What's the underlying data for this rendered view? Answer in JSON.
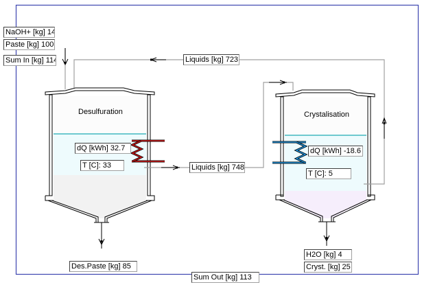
{
  "colors": {
    "frame": "#3c45b0",
    "pipe": "#a0a0a0",
    "arrow": "#000000",
    "hot_coil": "#d01818",
    "cold_coil": "#1e90d8",
    "liquid_fill": "#eefbfd",
    "liquid_surface": "#40b8c0",
    "paste_fill": "#f2f2f2",
    "crystal_fill": "#f6eefc"
  },
  "inputs": {
    "naoh": "NaOH+ [kg] 14",
    "paste": "Paste [kg] 100",
    "sum_in": "Sum In [kg] 114"
  },
  "recycle": {
    "liquids_723": "Liquids [kg] 723"
  },
  "transfer": {
    "liquids_748": "Liquids [kg] 748"
  },
  "desulfuration": {
    "title": "Desulfuration",
    "dq": "dQ [kWh] 32.7",
    "temp": "T [C]: 33",
    "outlet": "Des.Paste [kg] 85"
  },
  "crystalisation": {
    "title": "Crystalisation",
    "dq": "dQ [kWh] -18.6",
    "temp": "T [C]: 5",
    "outlet_h2o": "H2O [kg] 4",
    "outlet_cryst": "Cryst. [kg] 25"
  },
  "outputs": {
    "sum_out": "Sum Out [kg] 113"
  }
}
